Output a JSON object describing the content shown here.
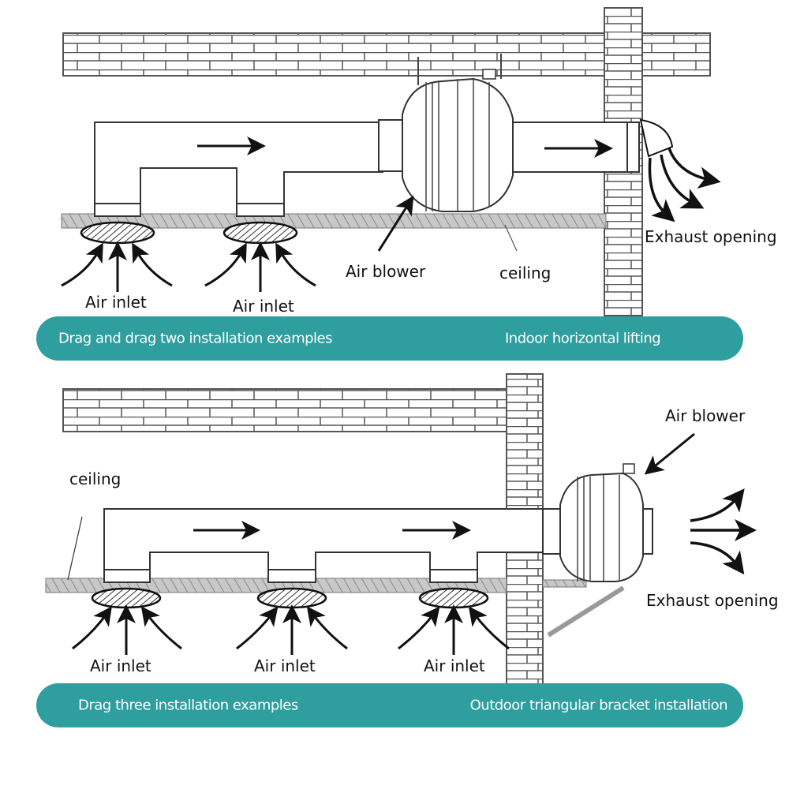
{
  "panels": [
    {
      "id": "top",
      "labels": {
        "air_inlet_1": "Air inlet",
        "air_inlet_2": "Air inlet",
        "air_blower": "Air blower",
        "ceiling": "ceiling",
        "exhaust": "Exhaust opening"
      },
      "banner": {
        "left": "Drag and drag two installation examples",
        "right": "Indoor horizontal lifting",
        "color": "#2e9e9e"
      }
    },
    {
      "id": "bottom",
      "labels": {
        "ceiling": "ceiling",
        "air_blower": "Air blower",
        "exhaust": "Exhaust opening",
        "air_inlet_1": "Air inlet",
        "air_inlet_2": "Air inlet",
        "air_inlet_3": "Air inlet"
      },
      "banner": {
        "left": "Drag three installation examples",
        "right": "Outdoor triangular bracket installation",
        "color": "#2e9e9e"
      }
    }
  ]
}
